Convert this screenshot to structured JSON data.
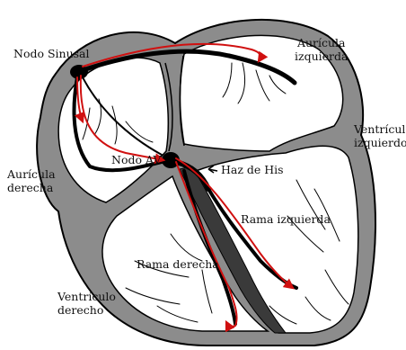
{
  "diagram": {
    "labels": {
      "nodo_sinusal": "Nodo Sinusal",
      "auricula_izquierda": [
        "Aurícula",
        "izquierda"
      ],
      "ventriculo_izquierdo": [
        "Ventrículo",
        "izquierdo"
      ],
      "auricula_derecha": [
        "Aurícula",
        "derecha"
      ],
      "nodo_av": "Nodo AV",
      "haz_de_his": "Haz de His",
      "rama_izquierda": "Rama izquierda",
      "rama_derecha": "Rama derecha",
      "ventriculo_derecho": [
        "Ventrículo",
        "derecho"
      ]
    },
    "colors": {
      "wall": "#8c8c8c",
      "outline": "#000000",
      "pathway": "#000000",
      "signal": "#d01010",
      "background": "#ffffff"
    }
  }
}
